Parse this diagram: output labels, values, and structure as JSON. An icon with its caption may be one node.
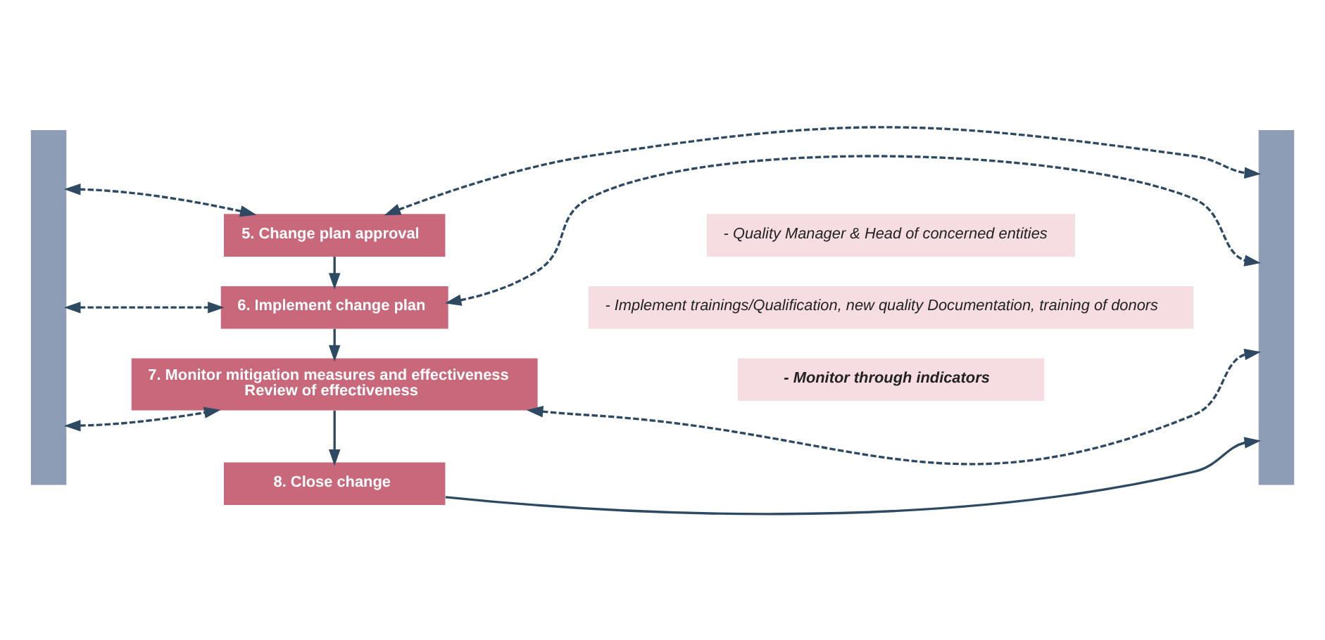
{
  "diagram": {
    "nodes": [
      {
        "text": [],
        "shape": "bar"
      },
      {
        "text": [
          "5. Change plan approval"
        ]
      },
      {
        "text": [
          "- Quality Manager & Head of concerned entities"
        ]
      },
      {
        "text": [
          "6. Implement change plan"
        ]
      },
      {
        "text": [
          "- Implement trainings/Qualification, new quality Documentation, training of donors"
        ]
      },
      {
        "text": [
          "7. Monitor mitigation measures and effectiveness",
          "Review of effectiveness"
        ]
      },
      {
        "text": [
          "- Monitor through indicators"
        ]
      },
      {
        "text": [
          "8. Close change"
        ]
      },
      {
        "text": [],
        "shape": "bar"
      }
    ],
    "edges": [
      {
        "from": 0,
        "to": 1,
        "arrow": "both",
        "style": "dashed"
      },
      {
        "from": 1,
        "to": 8,
        "arrow": "both",
        "style": "dashed"
      },
      {
        "from": 1,
        "to": 3,
        "arrow": "to"
      },
      {
        "from": 0,
        "to": 3,
        "arrow": "both",
        "style": "dashed"
      },
      {
        "from": 3,
        "to": 8,
        "arrow": "both",
        "style": "dashed"
      },
      {
        "from": 3,
        "to": 5,
        "arrow": "to"
      },
      {
        "from": 0,
        "to": 5,
        "arrow": "both",
        "style": "dashed"
      },
      {
        "from": 5,
        "to": 8,
        "arrow": "both",
        "style": "dashed"
      },
      {
        "from": 5,
        "to": 7,
        "arrow": "to"
      },
      {
        "from": 7,
        "to": 8,
        "arrow": "to"
      }
    ]
  }
}
